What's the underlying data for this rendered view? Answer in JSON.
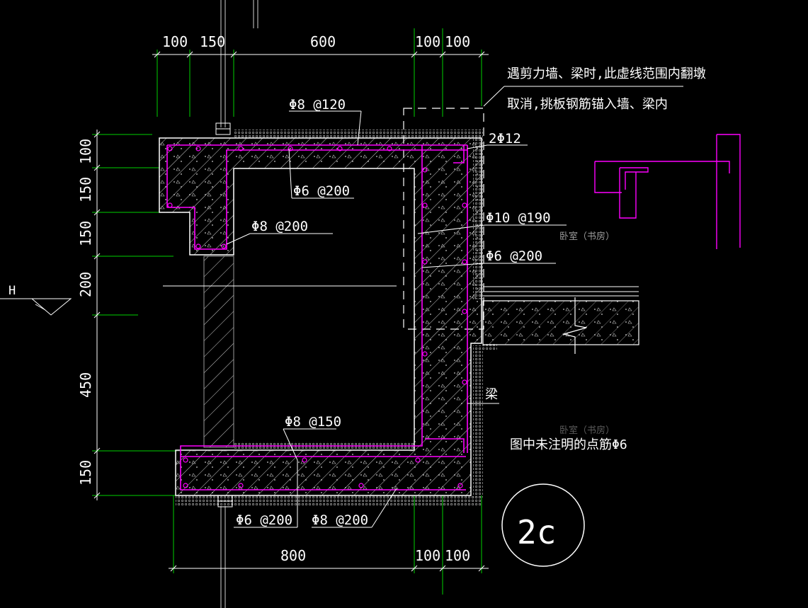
{
  "drawing": {
    "dims_top": [
      "100",
      "150",
      "600",
      "100",
      "100"
    ],
    "dims_bottom": [
      "800",
      "100",
      "100"
    ],
    "dims_left": [
      "100",
      "150",
      "150",
      "200",
      "450",
      "150"
    ],
    "note_line1": "遇剪力墙、梁时,此虚线范围内翻墩",
    "note_line2": "取消,挑板钢筋锚入墙、梁内",
    "rebar_labels": {
      "top_slab": "Φ8 @120",
      "two_bars": "2Φ12",
      "dist_top": "Φ6 @200",
      "ledge": "Φ8 @200",
      "wall_main": "Φ10 @190",
      "wall_dist": "Φ6 @200",
      "bottom_slab": "Φ8 @150",
      "bottom_dist": "Φ6 @200",
      "bottom_main": "Φ8 @200"
    },
    "beam_label": "梁",
    "room_label": "卧室（书房）",
    "room_label_faded": "卧室（书房）",
    "general_note": "图中未注明的点筋Φ6",
    "elevation_mark": "H",
    "detail_id": "2c",
    "colors": {
      "background": "#000000",
      "dimension": "#00ff00",
      "rebar": "#ff00ff",
      "text": "#ffffff",
      "concrete": "#ffffff",
      "wall_gray": "#9a9a9a"
    }
  }
}
